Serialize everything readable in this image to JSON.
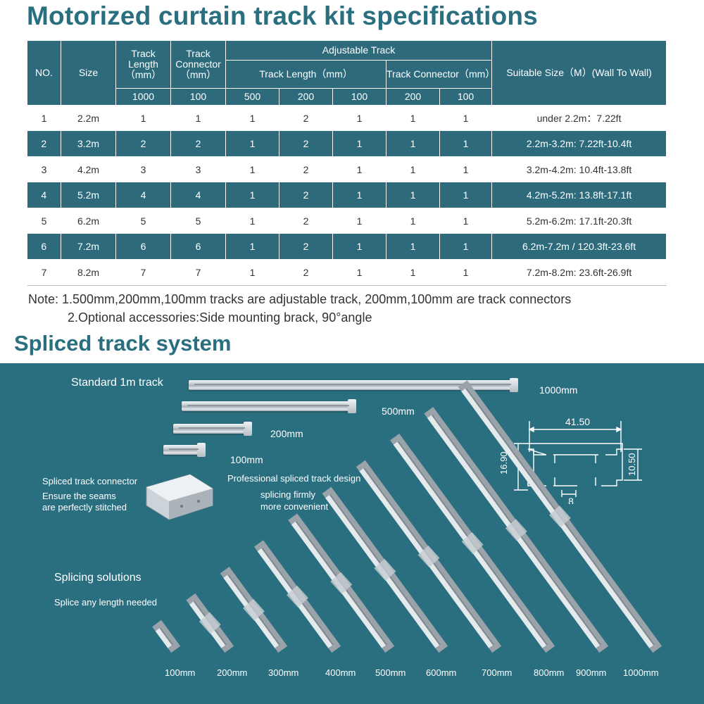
{
  "title": "Motorized curtain track kit specifications",
  "table": {
    "h_no": "NO.",
    "h_size": "Size",
    "h_track_length": "Track Length（mm）",
    "h_track_connector": "Track Connector（mm）",
    "h_adjustable": "Adjustable Track",
    "h_adj_length": "Track Length（mm）",
    "h_adj_connector": "Track Connector（mm）",
    "h_suitable": "Suitable Size（M）(Wall To Wall)",
    "sub": [
      "1000",
      "100",
      "500",
      "200",
      "100",
      "200",
      "100"
    ],
    "rows": [
      [
        "1",
        "2.2m",
        "1",
        "1",
        "1",
        "2",
        "1",
        "1",
        "1",
        "under 2.2m：7.22ft"
      ],
      [
        "2",
        "3.2m",
        "2",
        "2",
        "1",
        "2",
        "1",
        "1",
        "1",
        "2.2m-3.2m: 7.22ft-10.4ft"
      ],
      [
        "3",
        "4.2m",
        "3",
        "3",
        "1",
        "2",
        "1",
        "1",
        "1",
        "3.2m-4.2m: 10.4ft-13.8ft"
      ],
      [
        "4",
        "5.2m",
        "4",
        "4",
        "1",
        "2",
        "1",
        "1",
        "1",
        "4.2m-5.2m: 13.8ft-17.1ft"
      ],
      [
        "5",
        "6.2m",
        "5",
        "5",
        "1",
        "2",
        "1",
        "1",
        "1",
        "5.2m-6.2m: 17.1ft-20.3ft"
      ],
      [
        "6",
        "7.2m",
        "6",
        "6",
        "1",
        "2",
        "1",
        "1",
        "1",
        "6.2m-7.2m / 120.3ft-23.6ft"
      ],
      [
        "7",
        "8.2m",
        "7",
        "7",
        "1",
        "2",
        "1",
        "1",
        "1",
        "7.2m-8.2m: 23.6ft-26.9ft"
      ]
    ]
  },
  "note": {
    "line1": "Note: 1.500mm,200mm,100mm tracks are adjustable track, 200mm,100mm are track connectors",
    "line2": "2.Optional accessories:Side mounting brack, 90°angle"
  },
  "section2_title": "Spliced track system",
  "system": {
    "standard_label": "Standard 1m track",
    "len_1000": "1000mm",
    "len_500": "500mm",
    "len_200": "200mm",
    "len_100": "100mm",
    "connector_title": "Spliced track connector",
    "connector_desc1": "Ensure the seams",
    "connector_desc2": "are perfectly stitched",
    "design_title": "Professional spliced track design",
    "design_desc1": "splicing firmly",
    "design_desc2": "more convenient",
    "dim_width": "41.50",
    "dim_height": "16.90",
    "dim_inner": "10.50",
    "dim_slot": "8",
    "solutions_title": "Splicing solutions",
    "solutions_desc": "Splice any length needed",
    "lengths": [
      "100mm",
      "200mm",
      "300mm",
      "400mm",
      "500mm",
      "600mm",
      "700mm",
      "800mm",
      "900mm",
      "1000mm"
    ]
  },
  "colors": {
    "teal": "#2a6f80",
    "header": "#2d6b7c",
    "track": "#c8d0d6"
  }
}
